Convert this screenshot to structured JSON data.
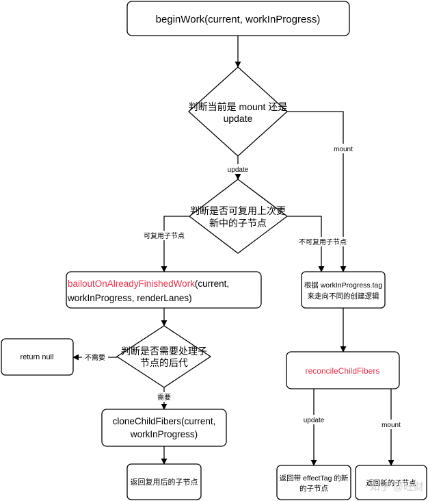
{
  "nodes": {
    "begin_work": "beginWork(current, workInProgress)",
    "judge_mount_update": [
      "判断当前是 mount 还是",
      "update"
    ],
    "judge_reuse": [
      "判断是否可复用上次更",
      "新中的子节点"
    ],
    "bailout": {
      "line1_red": "bailoutOnAlreadyFinishedWork",
      "line1_black": "(current,",
      "line2": "workInProgress, renderLanes)"
    },
    "judge_children": [
      "判断是否需要处理子",
      "节点的后代"
    ],
    "return_null": "return null",
    "clone_child_fibers": [
      "cloneChildFibers(current,",
      "workInProgress)"
    ],
    "return_reused": "返回复用后的子节点",
    "create_by_tag": [
      "根据 workInProgress.tag",
      "来走向不同的创建逻辑"
    ],
    "reconcile_child_fibers": "reconcileChildFibers",
    "return_effect_tag": [
      "返回带 effectTag 的新",
      "的子节点"
    ],
    "return_mount": "返回新的子节点"
  },
  "edge_labels": {
    "update": "update",
    "mount": "mount",
    "reusable": "可复用子节点",
    "not_reusable": "不可复用子节点",
    "not_needed": "不需要",
    "needed": "需要",
    "reconcile_update": "update",
    "reconcile_mount": "mount"
  },
  "watermark": "知乎 @旺财",
  "colors": {
    "stroke": "#000000",
    "fill": "#ffffff",
    "accent_red": "#e8304a",
    "watermark": "#c8c8c8"
  }
}
